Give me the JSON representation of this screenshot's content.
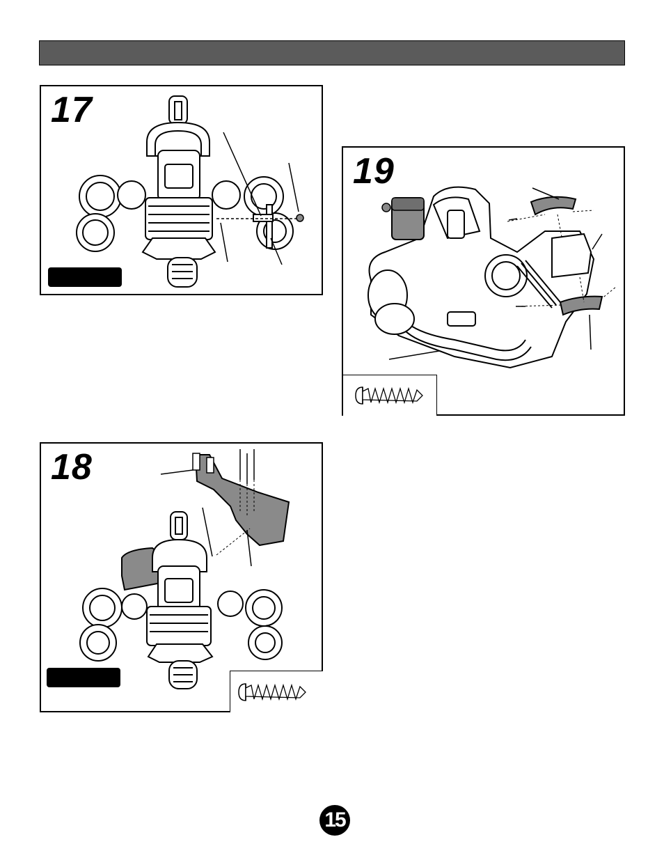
{
  "steps": [
    {
      "id": "17",
      "number": "17"
    },
    {
      "id": "18",
      "number": "18"
    },
    {
      "id": "19",
      "number": "19"
    }
  ],
  "page_number": "15",
  "colors": {
    "header_bar": "#5b5b5b",
    "part_gray": "#8a8a8a",
    "line": "#000000"
  },
  "icons": [
    "screw-icon"
  ]
}
